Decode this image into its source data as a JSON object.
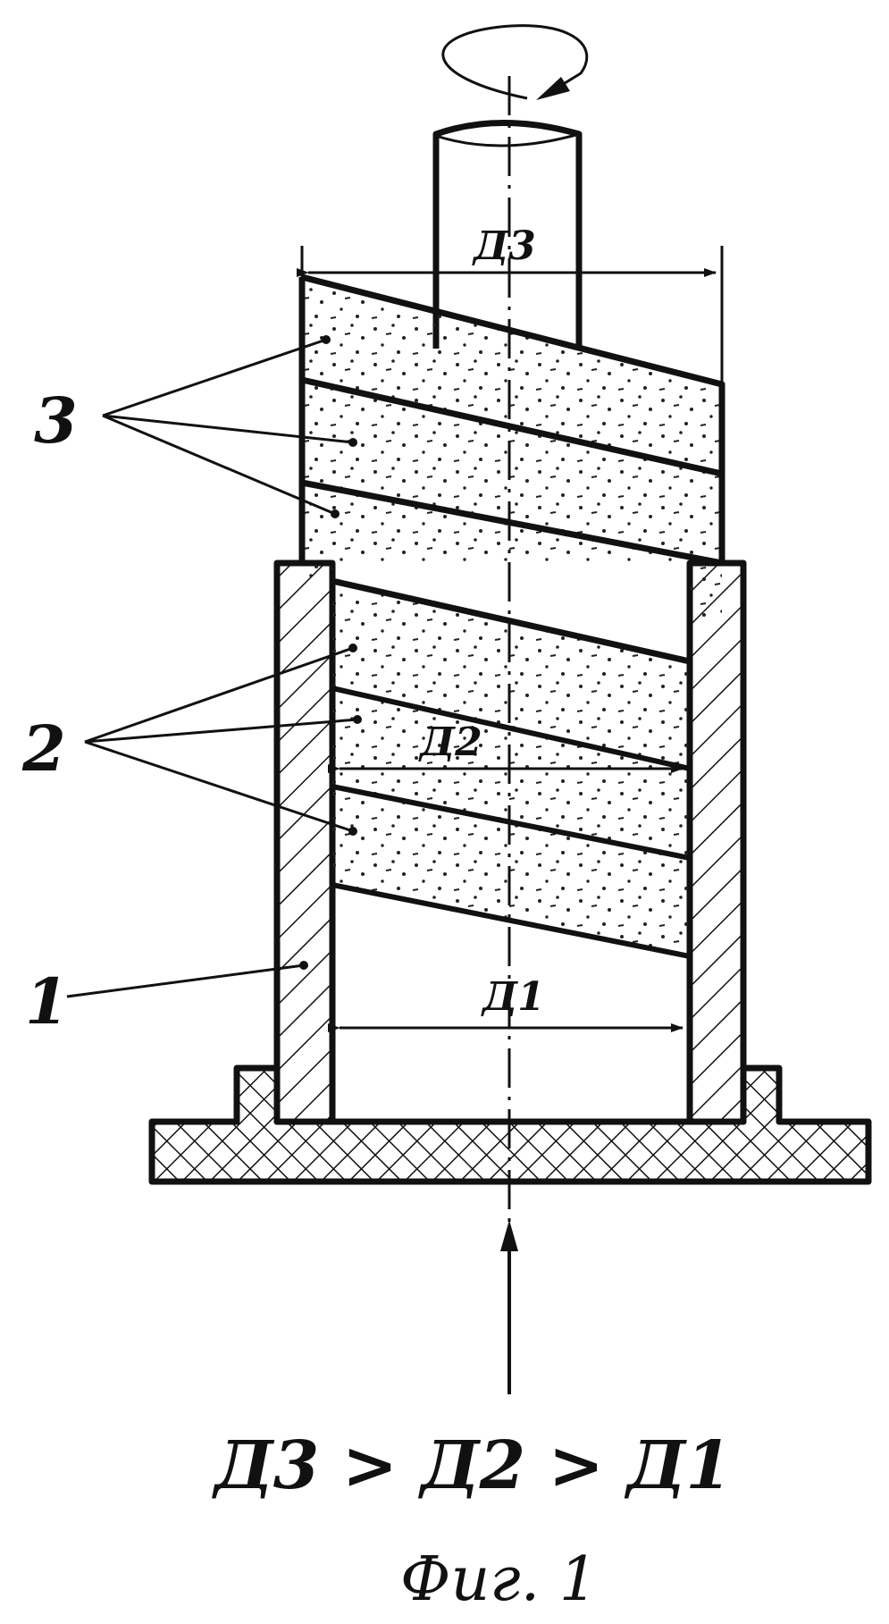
{
  "labels": {
    "part1": "1",
    "part2": "2",
    "part3": "3"
  },
  "dimensions": {
    "d1": "Д1",
    "d2": "Д2",
    "d3": "Д3"
  },
  "formula": "Д3 > Д2 > Д1",
  "caption": "Фиг. 1"
}
